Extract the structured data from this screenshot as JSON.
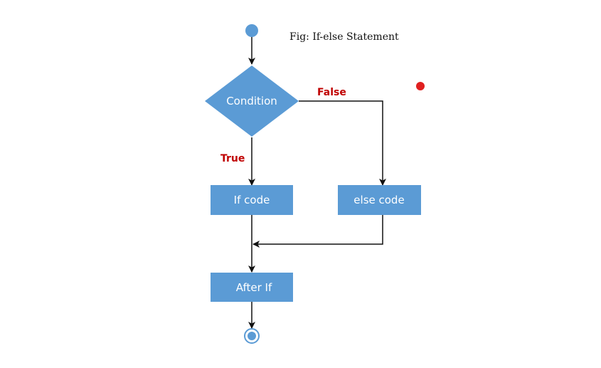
{
  "caption": "Fig: If-else Statement",
  "nodes": {
    "condition": "Condition",
    "if_code": "If code",
    "else_code": "else code",
    "after_if": "After If"
  },
  "edge_labels": {
    "true": "True",
    "false": "False"
  },
  "colors": {
    "node_fill": "#5b9bd5",
    "edge_label": "#c00000",
    "red_marker": "#e02020"
  }
}
